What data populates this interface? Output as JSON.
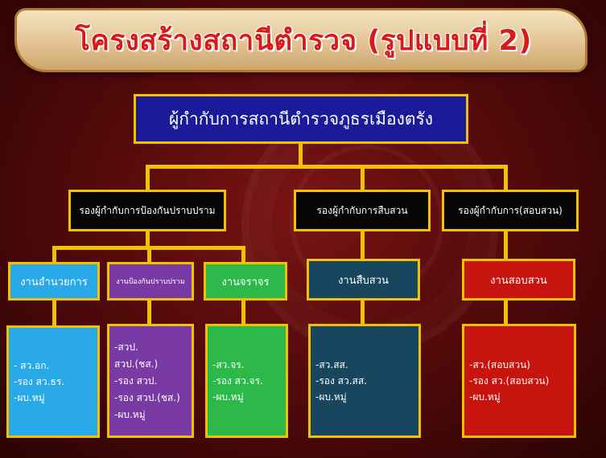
{
  "title": "โครงสร้างสถานีตำรวจ  (รูปแบบที่ 2)",
  "top": {
    "label": "ผู้กำกับการสถานีตำรวจภูธรเมืองตรัง",
    "color": "#1a1a9a"
  },
  "deputies": [
    {
      "label": "รองผู้กำกับการป้องกันปราบปราม"
    },
    {
      "label": "รองผู้กำกับการสืบสวน"
    },
    {
      "label": "รองผู้กำกับการ(สอบสวน)"
    }
  ],
  "units": [
    {
      "label": "งานอำนวยการ",
      "color": "#29a9e8",
      "items": [
        "- สว.อก.",
        "-รอง สว.ธร.",
        "-ผบ.หมู่"
      ]
    },
    {
      "label": "งานป้องกันปราบปราม",
      "color": "#7a3aa6",
      "items": [
        "-สวป.",
        "สวป.(ชส.)",
        "-รอง สวป.",
        "-รอง สวป.(ชส.)",
        "-ผบ.หมู่"
      ]
    },
    {
      "label": "งานจราจร",
      "color": "#2db84a",
      "items": [
        "-สว.จร.",
        "-รอง สว.จร.",
        "-ผบ.หมู่"
      ]
    },
    {
      "label": "งานสืบสวน",
      "color": "#17465e",
      "items": [
        "-สว.สส.",
        "-รอง สว.สส.",
        "-ผบ.หมู่"
      ]
    },
    {
      "label": "งานสอบสวน",
      "color": "#c8140f",
      "items": [
        "-สว.(สอบสวน)",
        "-รอง สว.(สอบสวน)",
        "-ผบ.หมู่"
      ]
    }
  ]
}
